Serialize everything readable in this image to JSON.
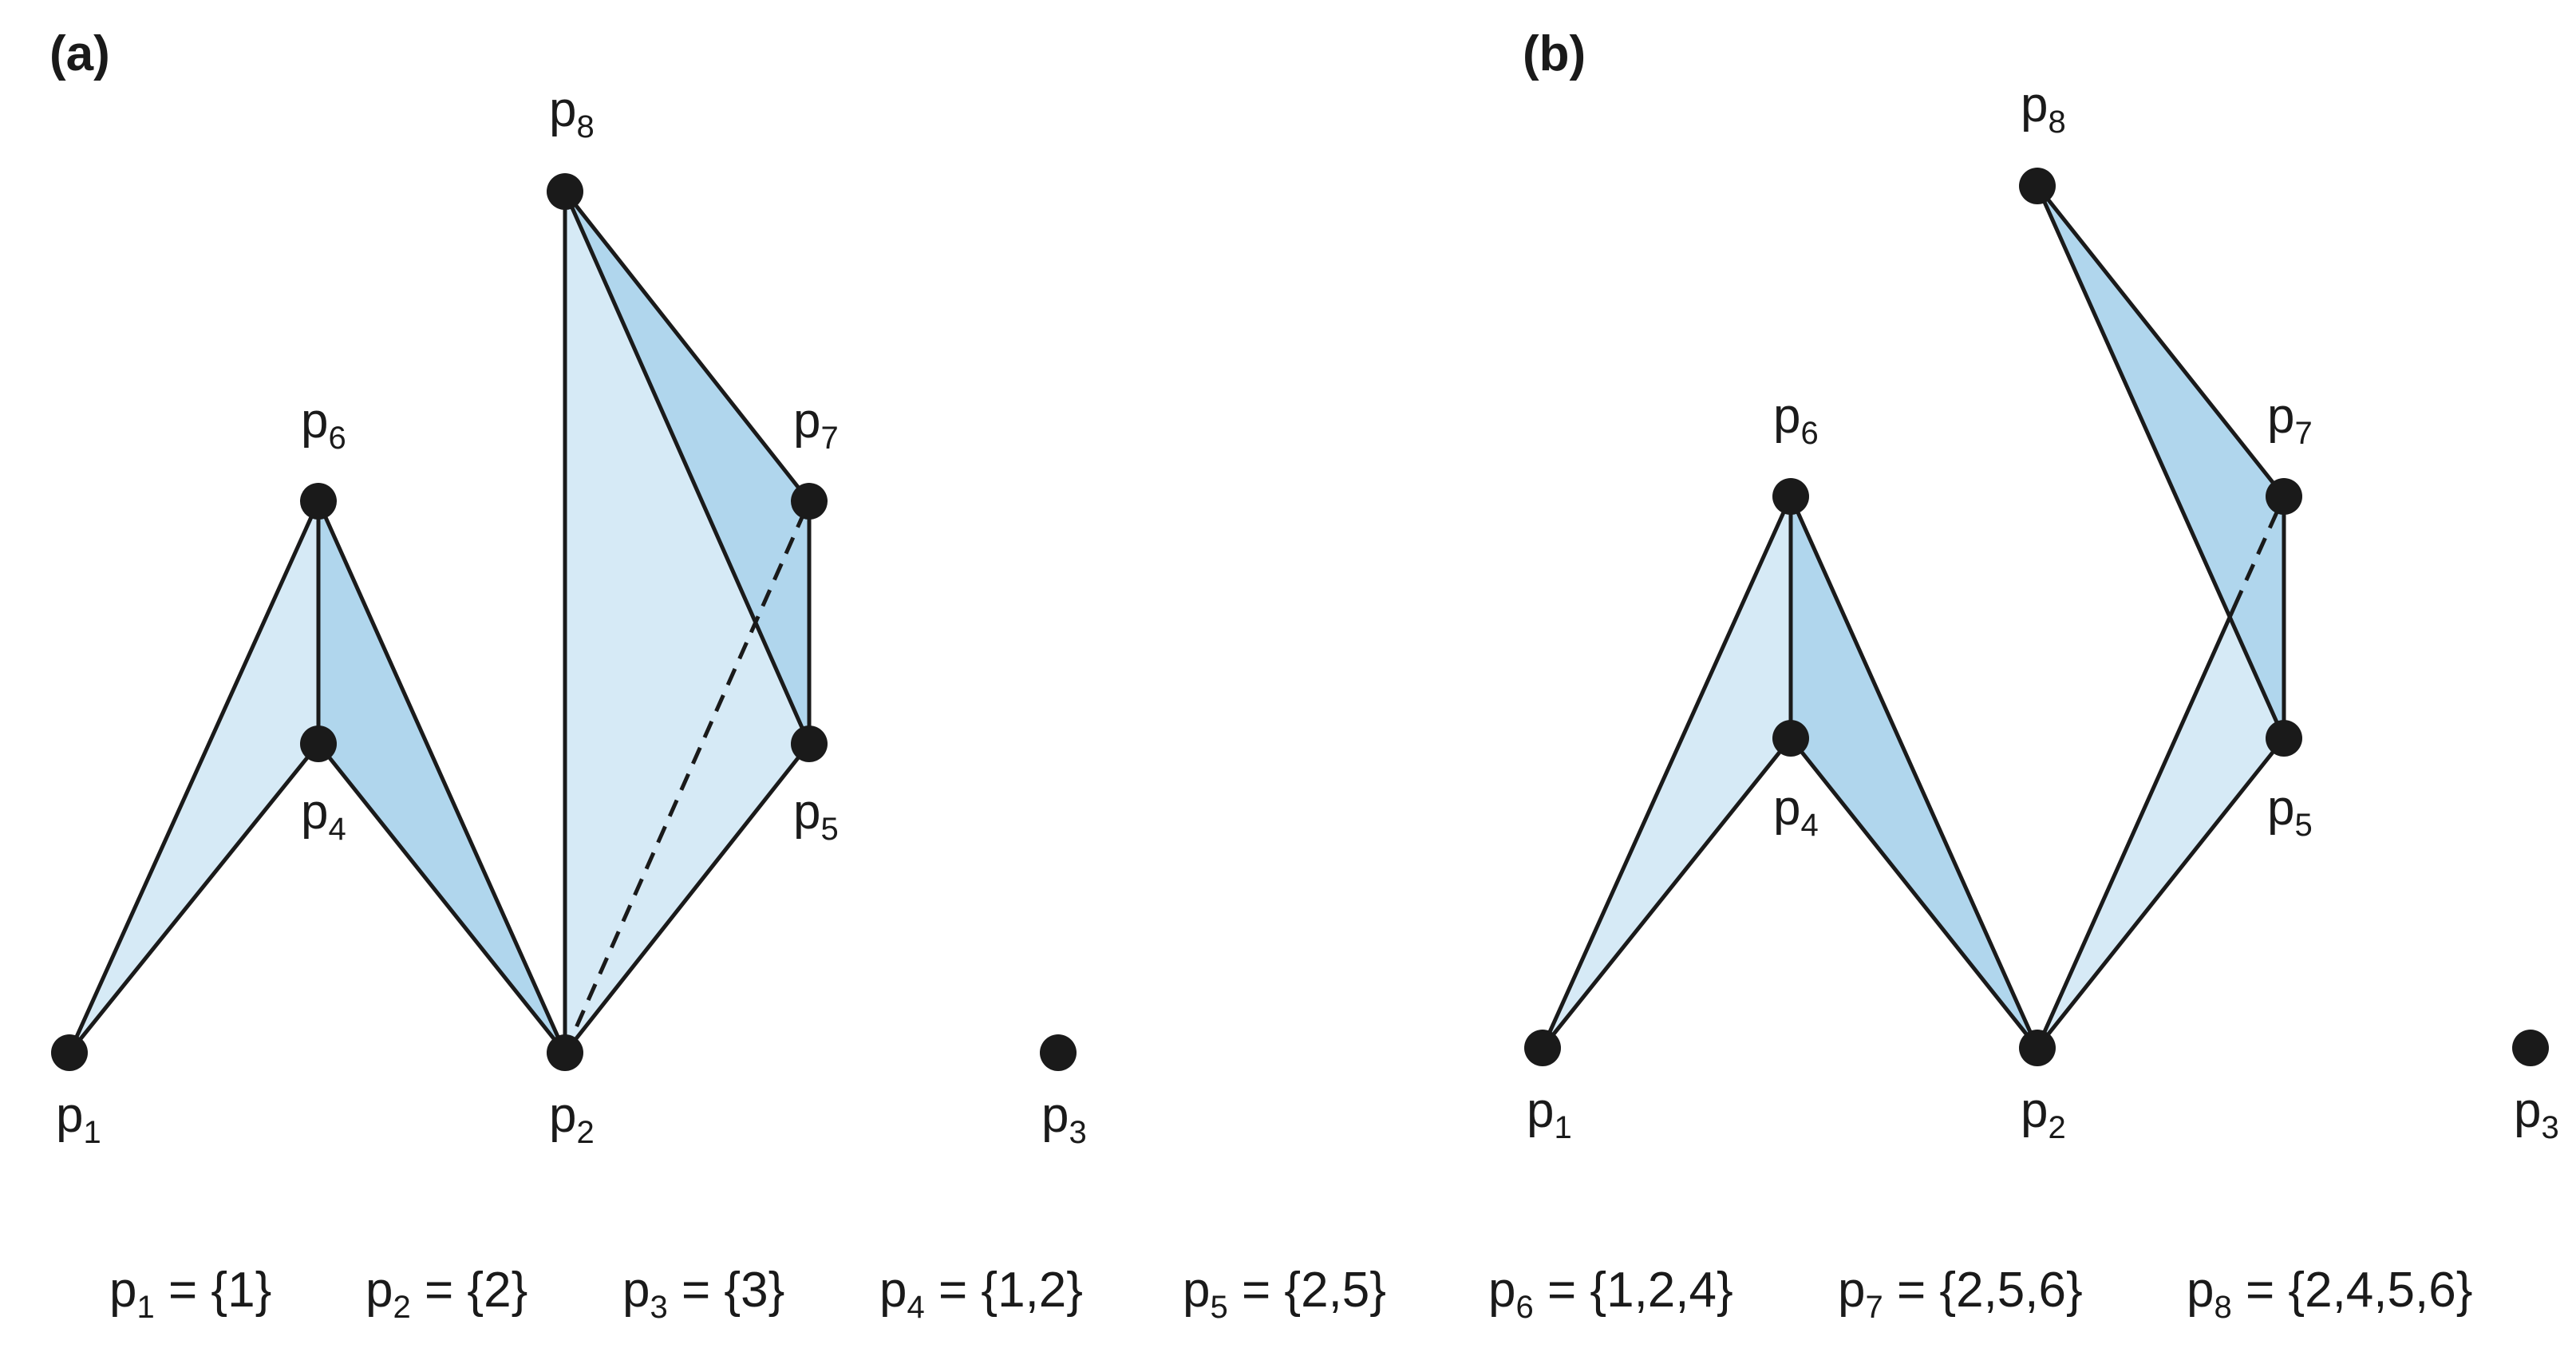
{
  "panels": [
    {
      "label": "(a)",
      "points": [
        {
          "name": "p",
          "sub": "1"
        },
        {
          "name": "p",
          "sub": "2"
        },
        {
          "name": "p",
          "sub": "3"
        },
        {
          "name": "p",
          "sub": "4"
        },
        {
          "name": "p",
          "sub": "5"
        },
        {
          "name": "p",
          "sub": "6"
        },
        {
          "name": "p",
          "sub": "7"
        },
        {
          "name": "p",
          "sub": "8"
        }
      ]
    },
    {
      "label": "(b)",
      "points": [
        {
          "name": "p",
          "sub": "1"
        },
        {
          "name": "p",
          "sub": "2"
        },
        {
          "name": "p",
          "sub": "3"
        },
        {
          "name": "p",
          "sub": "4"
        },
        {
          "name": "p",
          "sub": "5"
        },
        {
          "name": "p",
          "sub": "6"
        },
        {
          "name": "p",
          "sub": "7"
        },
        {
          "name": "p",
          "sub": "8"
        }
      ]
    }
  ],
  "legend": [
    {
      "name": "p",
      "sub": "1",
      "value": " = {1}"
    },
    {
      "name": "p",
      "sub": "2",
      "value": " = {2}"
    },
    {
      "name": "p",
      "sub": "3",
      "value": " = {3}"
    },
    {
      "name": "p",
      "sub": "4",
      "value": " = {1,2}"
    },
    {
      "name": "p",
      "sub": "5",
      "value": " = {2,5}"
    },
    {
      "name": "p",
      "sub": "6",
      "value": " = {1,2,4}"
    },
    {
      "name": "p",
      "sub": "7",
      "value": " = {2,5,6}"
    },
    {
      "name": "p",
      "sub": "8",
      "value": " = {2,4,5,6}"
    }
  ],
  "colors": {
    "light_fill": "#d6eaf6",
    "dark_fill": "#b0d6ed",
    "vertex": "#1a1a1a",
    "edge": "#1a1a1a"
  }
}
